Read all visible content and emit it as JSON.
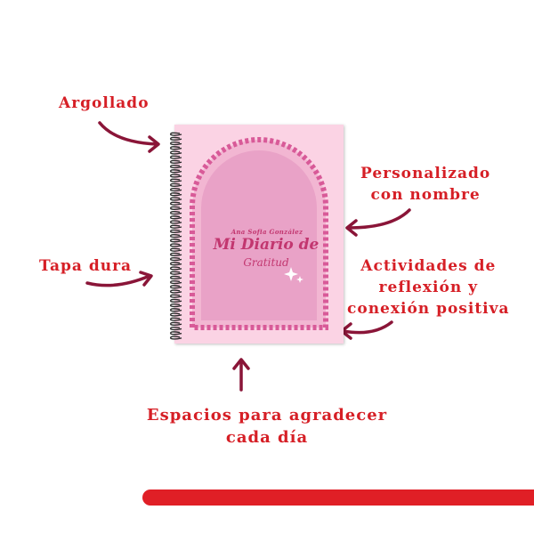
{
  "features": {
    "argollado": "Argollado",
    "personalizado_line1": "Personalizado",
    "personalizado_line2": "con nombre",
    "tapa_dura": "Tapa dura",
    "actividades_line1": "Actividades de",
    "actividades_line2": "reflexión y",
    "actividades_line3": "conexión positiva",
    "espacios_line1": "Espacios para agradecer",
    "espacios_line2": "cada día"
  },
  "cover": {
    "name": "Ana Sofia González",
    "title_line1": "Mi Diario de",
    "title_line2": "Gratitud"
  },
  "colors": {
    "label_text": "#d61f26",
    "arrow": "#8a1538",
    "cover_background": "#fbd3e4",
    "cover_arch": "#e9a2c7",
    "cover_text": "#c2366f",
    "accent_bar": "#e01f26"
  }
}
